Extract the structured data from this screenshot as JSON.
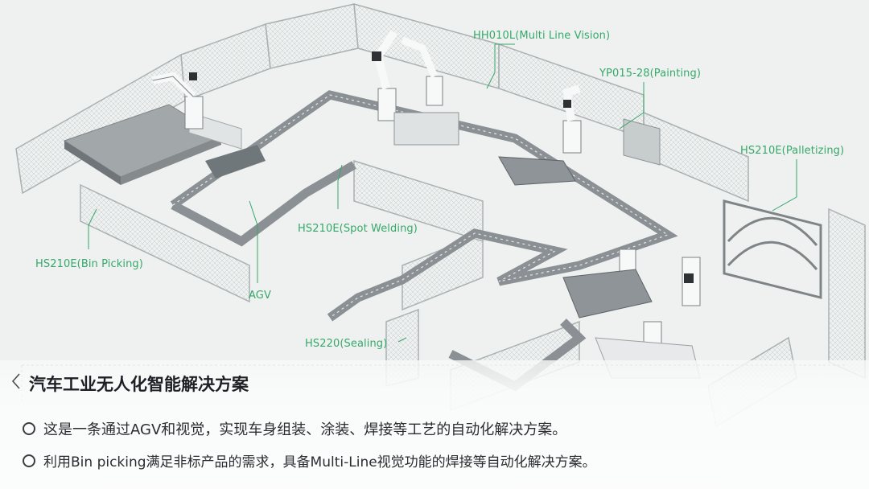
{
  "callouts": {
    "hh010l": "HH010L(Multi Line Vision)",
    "yp015": "YP015-28(Painting)",
    "palletizing": "HS210E(Palletizing)",
    "spot_welding": "HS210E(Spot Welding)",
    "bin_picking": "HS210E(Bin Picking)",
    "agv": "AGV",
    "sealing": "HS220(Sealing)"
  },
  "caption": {
    "title": "汽车工业无人化智能解决方案",
    "bullets": [
      "这是一条通过AGV和视觉，实现车身组装、涂装、焊接等工艺的自动化解决方案。",
      "利用Bin picking满足非标产品的需求，具备Multi-Line视觉功能的焊接等自动化解决方案。"
    ]
  },
  "colors": {
    "accent_green": "#36a86a",
    "floor": "#eef1f0",
    "agv_path": "#8a8f93",
    "fence": "#c9cfcf"
  }
}
